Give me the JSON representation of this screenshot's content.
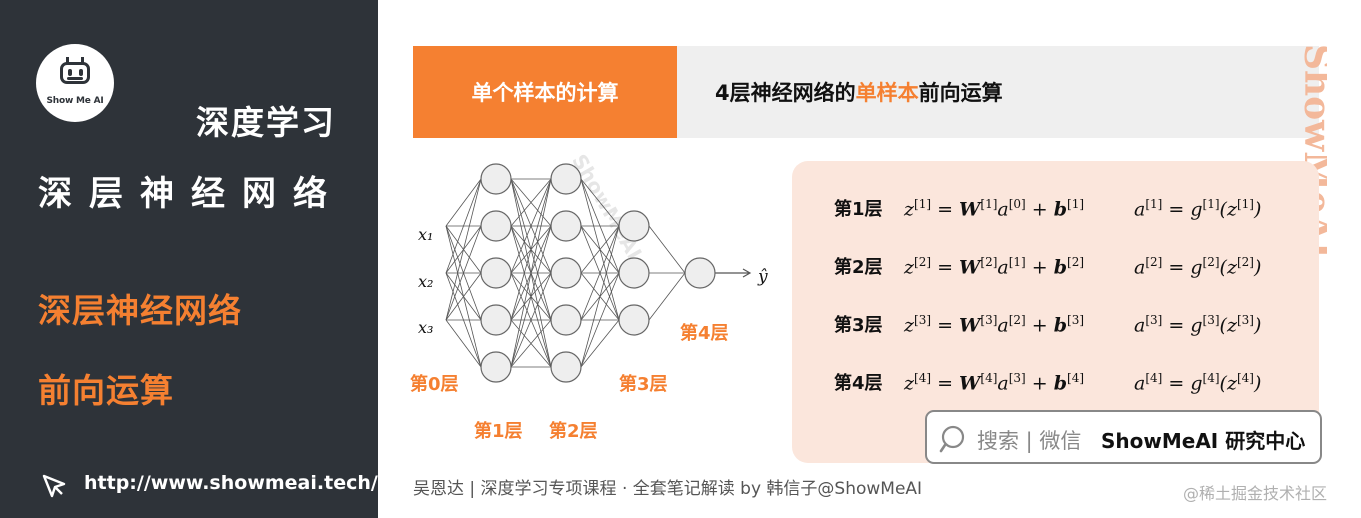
{
  "sidebar": {
    "logo_text": "Show Me AI",
    "course": "深度学习",
    "chapter": "深层神经网络",
    "topic_line1": "深层神经网络",
    "topic_line2": "前向运算",
    "url": "http://www.showmeai.tech/"
  },
  "slide": {
    "title_tag": "单个样本的计算",
    "title_pre": "4层神经网络的",
    "title_highlight": "单样本",
    "title_post": "前向运算",
    "watermark": "ShowMeAI",
    "network": {
      "inputs": [
        "x₁",
        "x₂",
        "x₃"
      ],
      "output": "ŷ",
      "layer_labels": [
        "第0层",
        "第1层",
        "第2层",
        "第3层",
        "第4层"
      ],
      "layer_sizes": [
        3,
        5,
        5,
        3,
        1
      ]
    },
    "equations": [
      {
        "label": "第1层",
        "l": "1",
        "p": "0"
      },
      {
        "label": "第2层",
        "l": "2",
        "p": "1"
      },
      {
        "label": "第3层",
        "l": "3",
        "p": "2"
      },
      {
        "label": "第4层",
        "l": "4",
        "p": "3"
      }
    ],
    "search": {
      "text": "搜索 | 微信",
      "brand": "ShowMeAI 研究中心"
    },
    "footer": "吴恩达 | 深度学习专项课程 · 全套笔记解读  by 韩信子@ShowMeAI",
    "source_mark": "@稀土掘金技术社区"
  },
  "colors": {
    "accent": "#f58031",
    "dark_panel": "#2e3339",
    "eq_bg": "#fbe6dc"
  }
}
